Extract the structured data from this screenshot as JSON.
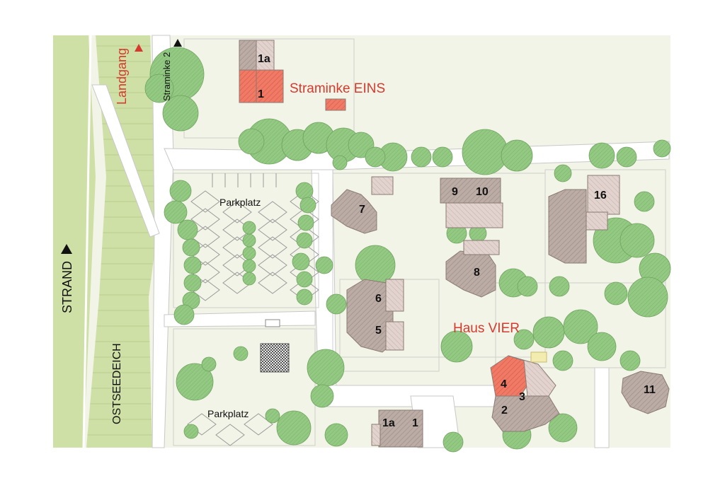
{
  "map": {
    "labels": {
      "landgang": "Landgang",
      "straminke2": "Straminke 2",
      "straminke_eins": "Straminke EINS",
      "haus_vier": "Haus VIER",
      "strand": "STRAND",
      "ostseedeich": "OSTSEEDEICH",
      "parkplatz_top": "Parkplatz",
      "parkplatz_bottom": "Parkplatz"
    },
    "buildings": {
      "b1a_top": "1a",
      "b1_top": "1",
      "b7": "7",
      "b9": "9",
      "b10": "10",
      "b16": "16",
      "b8": "8",
      "b6": "6",
      "b5": "5",
      "b4": "4",
      "b3": "3",
      "b2": "2",
      "b11": "11",
      "b1a_bottom": "1a",
      "b1_bottom": "1"
    },
    "colors": {
      "ground": "#f1f4e6",
      "grass": "#cfe0a6",
      "road": "#ffffff",
      "tree": "#8ec77b",
      "building": "#b8a9a4",
      "highlight": "#ea6250",
      "label_red": "#d63a2f"
    }
  }
}
